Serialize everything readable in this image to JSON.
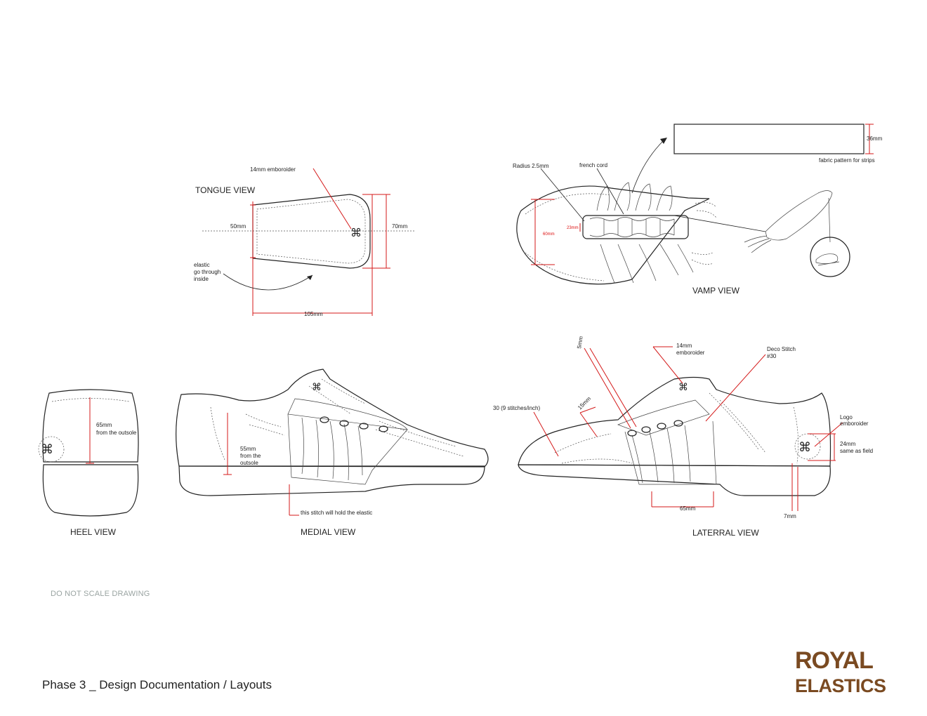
{
  "views": {
    "tongue": "TONGUE VIEW",
    "vamp": "VAMP VIEW",
    "heel": "HEEL VIEW",
    "medial": "MEDIAL VIEW",
    "lateral": "LATERRAL VIEW"
  },
  "tongue": {
    "emb": "14mm emboroider",
    "w50": "50mm",
    "h70": "70mm",
    "elastic1": "elastic",
    "elastic2": "go through",
    "elastic3": "inside",
    "len": "105mm"
  },
  "vamp": {
    "radius": "Radius 2.5mm",
    "cord": "french cord",
    "d36": "36mm",
    "fabric": "fabric pattern for strips",
    "d60": "60mm",
    "d23": "23mm"
  },
  "heel": {
    "l1": "65mm",
    "l2": "from the outsole"
  },
  "medial": {
    "l1": "55mm",
    "l2": "from the",
    "l3": "outsole",
    "stitch": "this stitch will hold the elastic"
  },
  "lateral": {
    "d5": "5mm",
    "emb1": "14mm",
    "emb2": "emboroider",
    "deco1": "Deco Stitch",
    "deco2": "#30",
    "st30": "30 (9 stitches/inch)",
    "d15": "15mm",
    "logo1": "Logo",
    "logo2": "emboroider",
    "d24a": "24mm",
    "d24b": "same as field",
    "d65": "65mm",
    "d7": "7mm"
  },
  "note": "DO NOT SCALE DRAWING",
  "footer": "Phase 3 _ Design Documentation / Layouts",
  "brand": {
    "line1": "ROYAL",
    "line2": "ELASTICS",
    "color": "#7a4a21"
  },
  "colors": {
    "dimension": "#d41a1a",
    "ink": "#222222"
  }
}
